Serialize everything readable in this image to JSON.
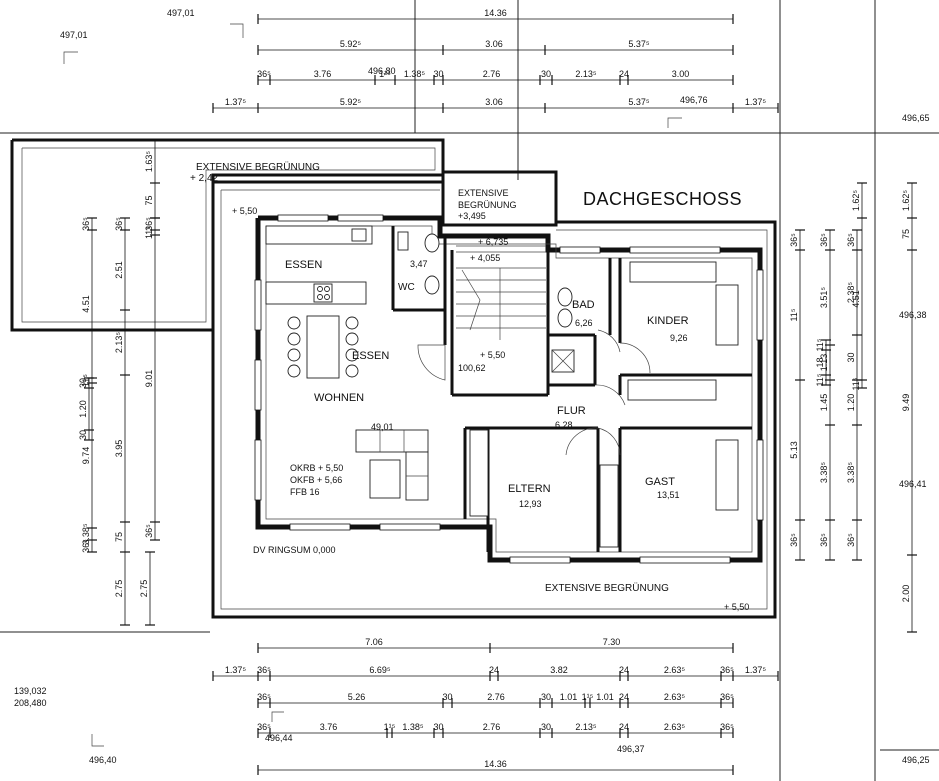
{
  "title": "DACHGESCHOSS",
  "rooms": {
    "essen1": "ESSEN",
    "essen2": "ESSEN",
    "wohnen": "WOHNEN",
    "wohnen_area": "49,01",
    "wc": "WC",
    "wc_area": "3,47",
    "bad": "BAD",
    "bad_area": "6,26",
    "kinder": "KINDER",
    "kinder_area": "9,26",
    "flur": "FLUR",
    "flur_area": "6,28",
    "eltern": "ELTERN",
    "eltern_area": "12,93",
    "gast": "GAST",
    "gast_area": "13,51",
    "stair_area": "100,62"
  },
  "annotations": {
    "ext_top_left": "EXTENSIVE BEGRÜNUNG",
    "ext_top_left_level": "+ 2,42",
    "ext_center_1": "EXTENSIVE",
    "ext_center_2": "BEGRÜNUNG",
    "ext_center_level": "+3,495",
    "ext_bottom": "EXTENSIVE BEGRÜNUNG",
    "lvl_550_a": "+ 5,50",
    "lvl_550_b": "+ 5,50",
    "lvl_550_c": "+ 5,50",
    "lvl_6735": "+ 6,735",
    "lvl_4055": "+ 4,055",
    "okrb": "OKRB  + 5,50",
    "okfb": "OKFB  + 5,66",
    "ffb": "FFB 16",
    "dv": "DV RINGSUM 0,000"
  },
  "elevations": {
    "e1": "497,01",
    "e2": "497,01",
    "e3": "496,80",
    "e4": "496,76",
    "e5": "496,65",
    "e6": "496,38",
    "e7": "496,41",
    "e8": "496,40",
    "e9": "496,44",
    "e10": "496,37",
    "e11": "496,25",
    "c1": "139,032",
    "c2": "208,480"
  },
  "dims_top": {
    "r1": [
      "14.36"
    ],
    "r2": [
      "5.92⁵",
      "3.06",
      "5.37⁵"
    ],
    "r3": [
      "36⁵",
      "3.76",
      "1¹⁵",
      "1.38⁵",
      "30",
      "2.76",
      "30",
      "2.13⁵",
      "24",
      "3.00"
    ],
    "r4": [
      "1.37⁵",
      "5.92⁵",
      "3.06",
      "5.37⁵",
      "1.37⁵"
    ]
  },
  "dims_bottom": {
    "r1": [
      "7.06",
      "7.30"
    ],
    "r2": [
      "1.37⁵",
      "36⁵",
      "6.69⁵",
      "24",
      "3.82",
      "24",
      "2.63⁵",
      "36⁵",
      "1.37⁵"
    ],
    "r3": [
      "36⁵",
      "5.26",
      "30",
      "2.76",
      "30",
      "1.01",
      "1¹⁵",
      "1.01",
      "24",
      "2.63⁵",
      "36⁵"
    ],
    "r4": [
      "36⁵",
      "3.76",
      "1¹⁵",
      "1.38⁵",
      "30",
      "2.76",
      "30",
      "2.13⁵",
      "24",
      "2.63⁵",
      "36⁵"
    ],
    "r5": [
      "14.36"
    ]
  },
  "dims_left": {
    "c1": [
      "1.63⁵",
      "75"
    ],
    "c2": [
      "36⁵",
      "4.51",
      "11⁵",
      "9.74",
      "3.38⁵",
      "36⁵"
    ],
    "c3": [
      "30",
      "1.20",
      "30"
    ],
    "c4": [
      "36⁵",
      "2.51",
      "2.13⁵",
      "3.95",
      "75",
      "2.75"
    ],
    "c5": [
      "36⁵",
      "11⁵",
      "9.01",
      "36⁵"
    ],
    "c6": [
      "2.75"
    ]
  },
  "dims_right": {
    "c1": [
      "36⁵",
      "11⁵",
      "5.13",
      "36⁵"
    ],
    "c2": [
      "36⁵",
      "3.51⁵",
      "1.13",
      "1.45",
      "3.38⁵",
      "36⁵"
    ],
    "c3": [
      "11⁵",
      "18",
      "11⁵"
    ],
    "c4": [
      "36⁵",
      "2.38⁵",
      "30",
      "1.20",
      "3.38⁵",
      "36⁵"
    ],
    "c5": [
      "1.62⁵",
      "4.51",
      "11⁵"
    ],
    "c6": [
      "1.62⁵",
      "75",
      "9.49",
      "2.00"
    ]
  }
}
